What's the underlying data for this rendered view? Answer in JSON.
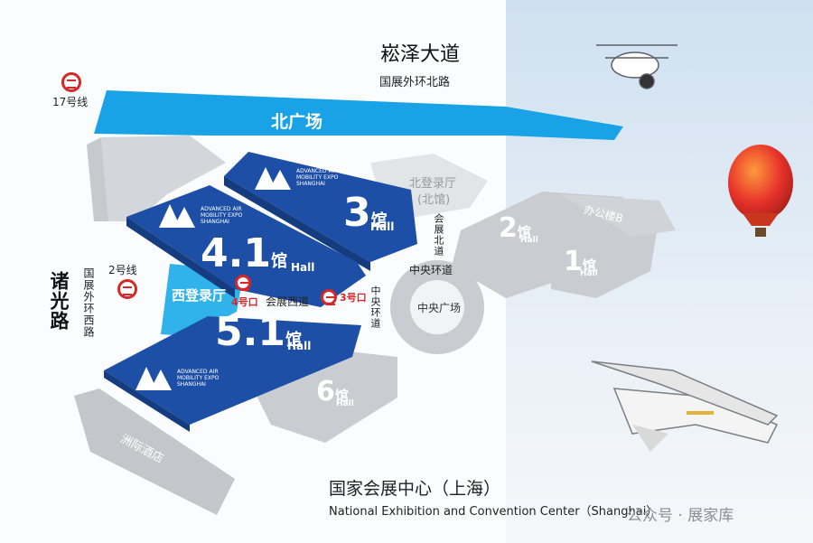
{
  "map": {
    "top_road": "崧泽大道",
    "top_road_sub": "国展外环北路",
    "left_road": "诸光路",
    "left_road_sub": "国展外环西路",
    "north_plaza": "北广场",
    "north_lobby": "北登录厅",
    "north_lobby_sub": "(北馆)",
    "west_lobby": "西登录厅",
    "central_plaza": "中央广场",
    "central_ring": "中央环道",
    "central_ring_v": "中央环道",
    "north_road": "会展北道",
    "west_road": "会展西道",
    "office": "办公楼B",
    "hotel": "洲际酒店",
    "metro17": "17号线",
    "metro2": "2号线",
    "exit4": "4号口",
    "exit3": "3号口",
    "expo_logo_text": "ADVANCED AIR MOBILITY EXPO SHANGHAI",
    "halls": [
      {
        "num": "3",
        "guan": "馆",
        "en": "Hall"
      },
      {
        "num": "4.1",
        "guan": "馆",
        "en": "Hall"
      },
      {
        "num": "5.1",
        "guan": "馆",
        "en": "Hall"
      },
      {
        "num": "2",
        "guan": "馆",
        "en": "Hall"
      },
      {
        "num": "1",
        "guan": "馆",
        "en": "Hall"
      },
      {
        "num": "6",
        "guan": "馆",
        "en": "Hall"
      }
    ],
    "venue_cn": "国家会展中心（上海）",
    "venue_en": "National Exhibition and Convention Center（Shanghai）",
    "watermark": "公众号 · 展家库"
  },
  "colors": {
    "featured_hall": "#1e4fa6",
    "north_plaza": "#19a3e6",
    "west_lobby": "#2fb3ea",
    "gray_hall": "#c9ccd0",
    "metro": "#d62828"
  }
}
